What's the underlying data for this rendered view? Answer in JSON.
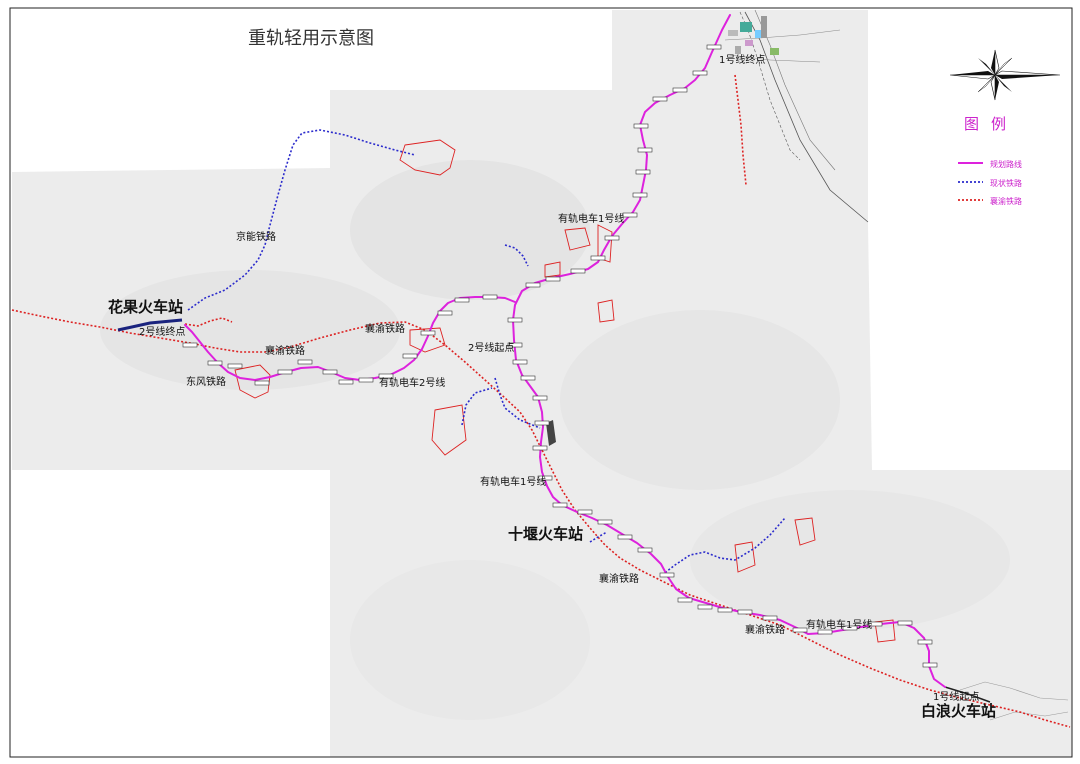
{
  "title": "重轨轻用示意图",
  "legend": {
    "heading": "图例",
    "items": [
      {
        "label": "规划路线",
        "color": "#dd22dd",
        "style": "solid"
      },
      {
        "label": "现状铁路",
        "color": "#2b2bcc",
        "style": "dotted"
      },
      {
        "label": "襄渝铁路",
        "color": "#dd2222",
        "style": "dotted"
      }
    ]
  },
  "stations": {
    "huaguo": "花果火车站",
    "shiyan": "十堰火车站",
    "bailang": "白浪火车站"
  },
  "labels": {
    "line2_end": "2号线终点",
    "line2_start": "2号线起点",
    "line1_end": "1号线终点",
    "line1_start": "1号线起点",
    "tram_line1": "有轨电车1号线",
    "tram_line2": "有轨电车2号线",
    "dongfeng_rail": "东风铁路",
    "jingneng_rail": "京能铁路",
    "xiangyu_rail": "襄渝铁路"
  },
  "icons": {
    "compass": "compass-rose-icon"
  }
}
